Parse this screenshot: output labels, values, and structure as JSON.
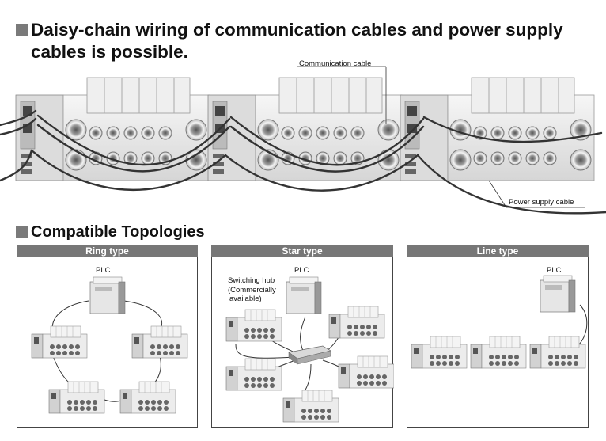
{
  "heading_main": "Daisy-chain wiring of communication cables and power supply cables is possible.",
  "callouts": {
    "communication_cable": "Communication cable",
    "power_supply_cable": "Power supply cable"
  },
  "heading_topologies": "Compatible Topologies",
  "panels": [
    {
      "title": "Ring type",
      "plc": "PLC"
    },
    {
      "title": "Star type",
      "plc": "PLC",
      "hub_label_1": "Switching hub",
      "hub_label_2": "(Commercially",
      "hub_label_3": "available)"
    },
    {
      "title": "Line type",
      "plc": "PLC"
    }
  ],
  "colors": {
    "heading_square": "#7a7a7a",
    "panel_header": "#777777",
    "device_body": "#e4e4e4",
    "cable": "#333333"
  }
}
